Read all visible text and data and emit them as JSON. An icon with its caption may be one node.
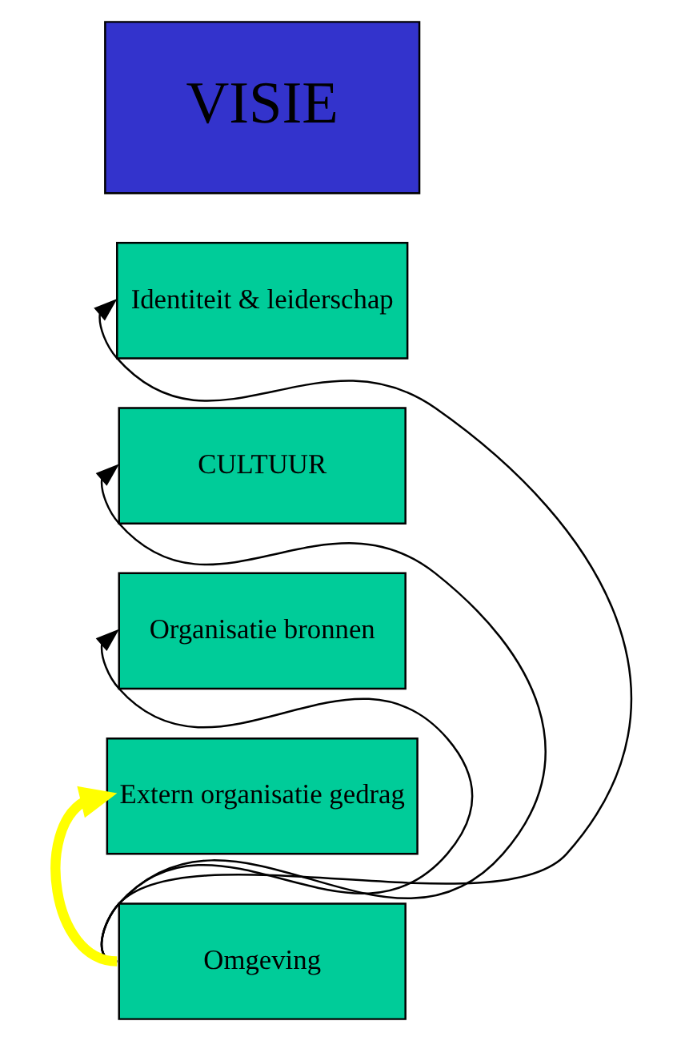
{
  "diagram": {
    "nodes": [
      {
        "text": [
          "VISIE"
        ]
      },
      {
        "text": [
          "Identiteit & leiderschap"
        ]
      },
      {
        "text": [
          "CULTUUR"
        ]
      },
      {
        "text": [
          "Organisatie bronnen"
        ]
      },
      {
        "text": [
          "Extern organisatie gedrag"
        ]
      },
      {
        "text": [
          "Omgeving"
        ]
      }
    ],
    "edges": [
      {
        "from": 5,
        "to": 1,
        "arrow": "to"
      },
      {
        "from": 5,
        "to": 2,
        "arrow": "to"
      },
      {
        "from": 5,
        "to": 3,
        "arrow": "to"
      },
      {
        "from": 5,
        "to": 4,
        "arrow": "to",
        "style": "thick",
        "color": "#ffff00"
      }
    ]
  }
}
